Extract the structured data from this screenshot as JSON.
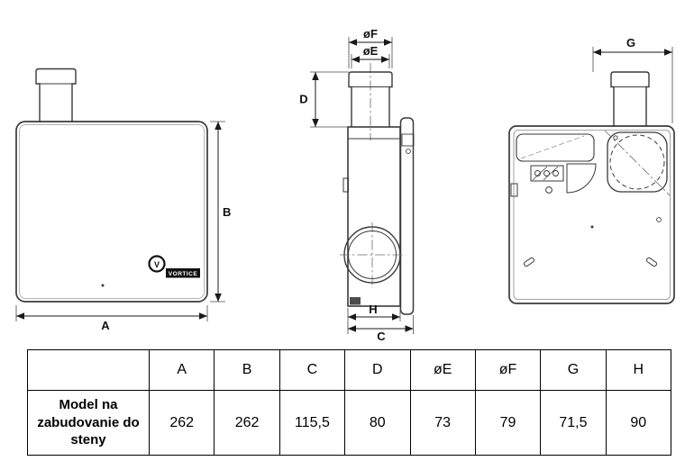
{
  "drawing": {
    "front": {
      "dim_a": "A",
      "dim_b": "B",
      "logo_v": "V",
      "logo_text": "VORTICE"
    },
    "side": {
      "dim_f": "øF",
      "dim_e": "øE",
      "dim_d": "D",
      "dim_h": "H",
      "dim_c": "C"
    },
    "rear": {
      "dim_g": "G"
    }
  },
  "table": {
    "headers": [
      "",
      "A",
      "B",
      "C",
      "D",
      "øE",
      "øF",
      "G",
      "H"
    ],
    "rows": [
      {
        "label": "Model na zabudovanie do steny",
        "values": [
          "262",
          "262",
          "115,5",
          "80",
          "73",
          "79",
          "71,5",
          "90"
        ]
      }
    ]
  }
}
